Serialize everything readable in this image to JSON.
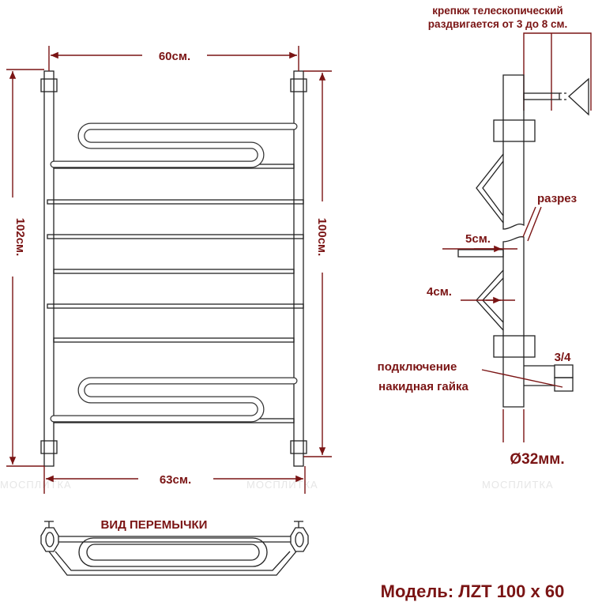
{
  "front_view": {
    "width_top": "60см.",
    "width_bottom": "63см.",
    "height_left": "102см.",
    "height_right": "100см."
  },
  "side_view": {
    "bracket_note_line1": "крепкж телескопический",
    "bracket_note_line2": "раздвигается от 3 до 8 см.",
    "section_label": "разрез",
    "offset_5": "5см.",
    "offset_4": "4см.",
    "thread_size": "3/4",
    "connection_line1": "подключение",
    "connection_line2": "накидная гайка",
    "diameter": "Ø32мм."
  },
  "top_view": {
    "label": "ВИД ПЕРЕМЫЧКИ"
  },
  "model": "Модель: ЛZT 100 x 60",
  "watermark": "МОСПЛИТКА",
  "colors": {
    "label": "#7a1414",
    "line": "#222222"
  }
}
